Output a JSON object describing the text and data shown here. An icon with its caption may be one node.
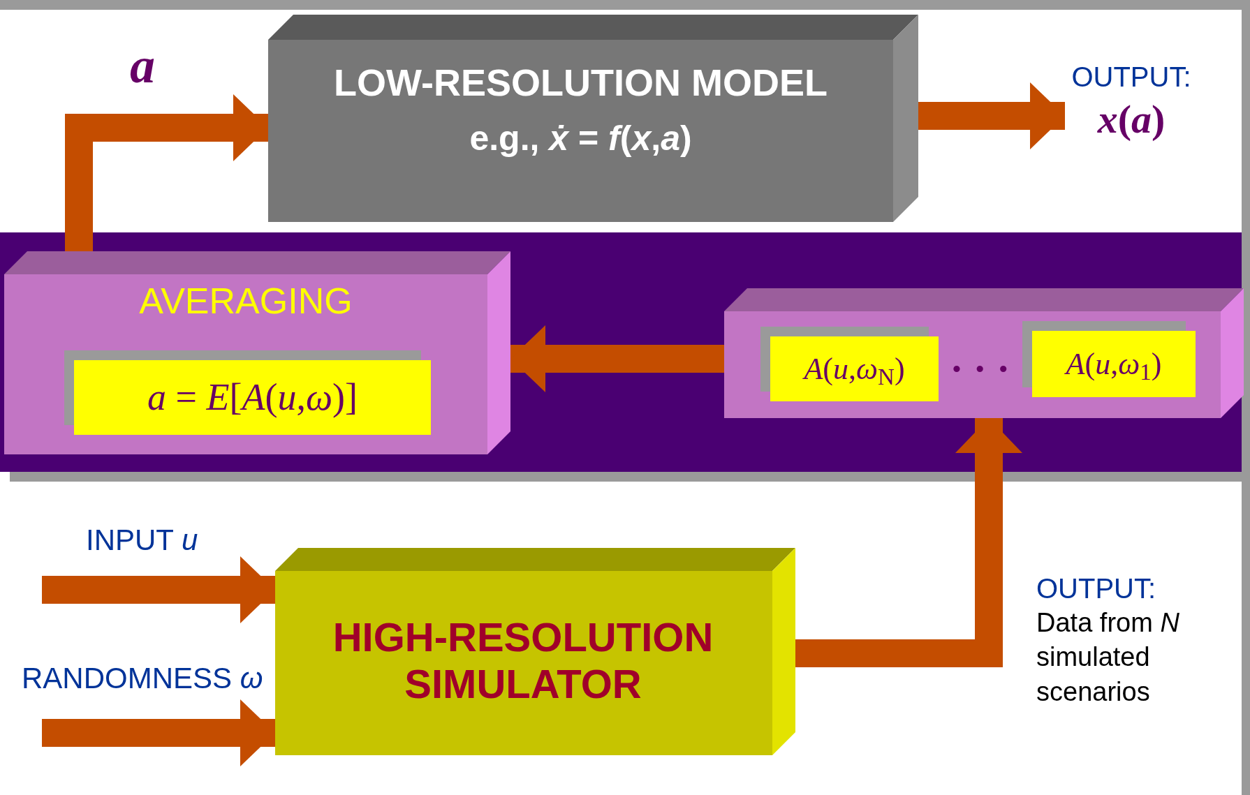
{
  "diagram": {
    "nodes": [
      {
        "text": [
          "LOW-RESOLUTION MODEL",
          "e.g., *ẋ* = *f*(*x*,*a*)"
        ]
      },
      {
        "text": [
          "OUTPUT:",
          "*x*(*a*)"
        ]
      },
      {
        "text": [
          "AVERAGING"
        ]
      },
      {
        "text": [
          "*a* = *E*[*A*(*u*,*ω*)]"
        ],
        "in": 2
      },
      {
        "text": [
          "• • •"
        ]
      },
      {
        "text": [
          "*A*(*u*,*ω*$_{N}$)"
        ],
        "in": 4
      },
      {
        "text": [
          "*A*(*u*,*ω*$_{1}$)"
        ],
        "in": 4
      },
      {
        "text": [
          "HIGH-RESOLUTION SIMULATOR"
        ]
      }
    ],
    "edges": [
      {
        "from": 2,
        "to": 0,
        "arrow": "to",
        "label": "*a*"
      },
      {
        "from": 0,
        "to": 1,
        "arrow": "to"
      },
      {
        "from": 4,
        "to": 2,
        "arrow": "to"
      },
      {
        "from": 7,
        "to": 4,
        "arrow": "to"
      },
      {
        "from": null,
        "to": 7,
        "arrow": "to",
        "label": "INPUT *u*"
      },
      {
        "from": null,
        "to": 7,
        "arrow": "to",
        "label": "RANDOMNESS *ω*"
      }
    ],
    "labels": [
      "OUTPUT:",
      "Data from *N* simulated scenarios"
    ]
  }
}
